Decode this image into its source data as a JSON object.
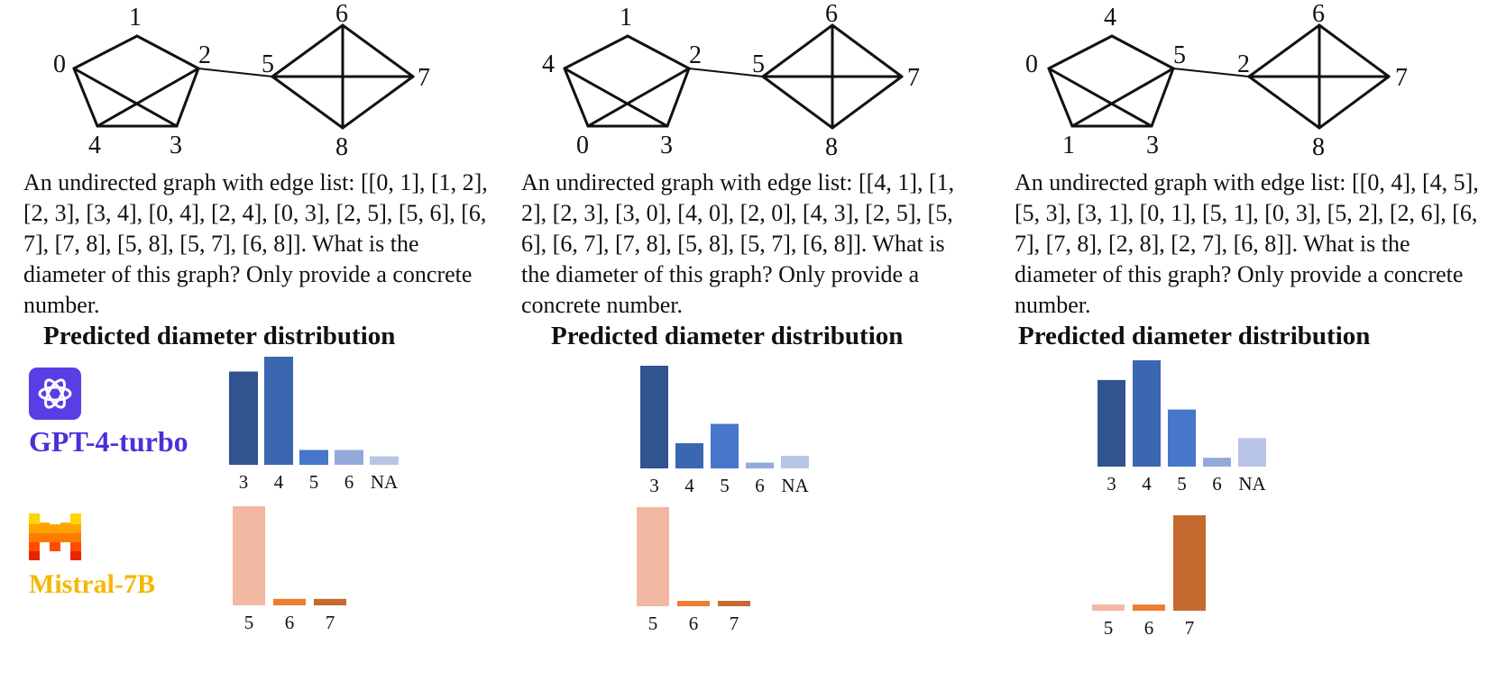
{
  "panels": [
    {
      "node_labels": [
        "0",
        "1",
        "2",
        "3",
        "4",
        "5",
        "6",
        "7",
        "8"
      ],
      "question": "An undirected graph with edge list: [[0, 1], [1, 2], [2, 3], [3, 4], [0, 4], [2, 4], [0, 3], [2, 5], [5, 6], [6, 7], [7, 8], [5, 8], [5, 7], [6, 8]]. What is the diameter of this graph? Only provide a concrete number.",
      "dist_title": "Predicted diameter distribution"
    },
    {
      "node_labels": [
        "4",
        "1",
        "2",
        "3",
        "0",
        "5",
        "6",
        "7",
        "8"
      ],
      "question": "An undirected graph with edge list: [[4, 1], [1, 2], [2, 3], [3, 0], [4, 0], [2, 0], [4, 3], [2, 5], [5, 6], [6, 7], [7, 8], [5, 8], [5, 7], [6, 8]]. What is the diameter of this graph? Only provide a concrete number.",
      "dist_title": "Predicted diameter distribution"
    },
    {
      "node_labels": [
        "0",
        "4",
        "5",
        "3",
        "1",
        "2",
        "6",
        "7",
        "8"
      ],
      "question": "An undirected graph with edge list: [[0, 4], [4, 5], [5, 3], [3, 1], [0, 1], [5, 1], [0, 3], [5, 2], [2, 6], [6, 7], [7, 8], [2, 8], [2, 7], [6, 8]]. What is the diameter of this graph? Only provide a concrete number.",
      "dist_title": "Predicted diameter distribution"
    }
  ],
  "models": {
    "gpt": {
      "name": "GPT-4-turbo",
      "color": "#4b2fd9",
      "icon": "openai-logo-icon"
    },
    "mistral": {
      "name": "Mistral-7B",
      "color": "#f5b800",
      "icon": "mistral-logo-icon"
    }
  },
  "chart_data": [
    {
      "type": "bar",
      "panel": 1,
      "model": "GPT-4-turbo",
      "categories": [
        "3",
        "4",
        "5",
        "6",
        "NA"
      ],
      "values": [
        0.44,
        0.51,
        0.07,
        0.07,
        0.04
      ],
      "colors": [
        "#31548f",
        "#3b66b0",
        "#4777cb",
        "#93a9d9",
        "#b8c5e6"
      ],
      "ylim": [
        0,
        0.51
      ]
    },
    {
      "type": "bar",
      "panel": 2,
      "model": "GPT-4-turbo",
      "categories": [
        "3",
        "4",
        "5",
        "6",
        "NA"
      ],
      "values": [
        0.53,
        0.13,
        0.23,
        0.03,
        0.065
      ],
      "colors": [
        "#31548f",
        "#3b66b0",
        "#4777cb",
        "#93a9d9",
        "#b8c5e6"
      ],
      "ylim": [
        0,
        0.53
      ]
    },
    {
      "type": "bar",
      "panel": 3,
      "model": "GPT-4-turbo",
      "categories": [
        "3",
        "4",
        "5",
        "6",
        "NA"
      ],
      "values": [
        0.44,
        0.54,
        0.29,
        0.045,
        0.145
      ],
      "colors": [
        "#31548f",
        "#3b66b0",
        "#4777cb",
        "#93a9d9",
        "#b8c5e6"
      ],
      "ylim": [
        0,
        0.54
      ]
    },
    {
      "type": "bar",
      "panel": 1,
      "model": "Mistral-7B",
      "categories": [
        "5",
        "6",
        "7"
      ],
      "values": [
        0.92,
        0.06,
        0.06
      ],
      "colors": [
        "#f2b8a2",
        "#ed7d31",
        "#c56a2e"
      ],
      "ylim": [
        0,
        0.92
      ]
    },
    {
      "type": "bar",
      "panel": 2,
      "model": "Mistral-7B",
      "categories": [
        "5",
        "6",
        "7"
      ],
      "values": [
        0.92,
        0.05,
        0.05
      ],
      "colors": [
        "#f2b8a2",
        "#ed7d31",
        "#c56a2e"
      ],
      "ylim": [
        0,
        0.92
      ]
    },
    {
      "type": "bar",
      "panel": 3,
      "model": "Mistral-7B",
      "categories": [
        "5",
        "6",
        "7"
      ],
      "values": [
        0.06,
        0.06,
        0.92
      ],
      "colors": [
        "#f2b8a2",
        "#ed7d31",
        "#c56a2e"
      ],
      "ylim": [
        0,
        0.92
      ]
    }
  ]
}
